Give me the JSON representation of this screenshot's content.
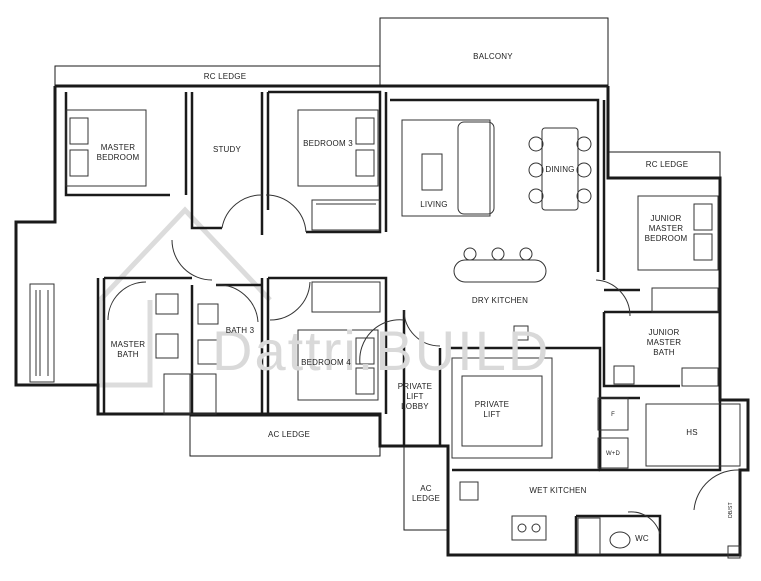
{
  "watermark": "Dattri.BUILD",
  "colors": {
    "wall": "#1a1a1a",
    "line": "#333333",
    "watermark": "#d9d9d9"
  },
  "rooms": {
    "rc_ledge_top": "RC LEDGE",
    "balcony": "BALCONY",
    "master_bedroom": "MASTER\nBEDROOM",
    "study": "STUDY",
    "bedroom3": "BEDROOM 3",
    "living": "LIVING",
    "dining": "DINING",
    "rc_ledge_right": "RC LEDGE",
    "junior_master_bedroom": "JUNIOR\nMASTER\nBEDROOM",
    "dry_kitchen": "DRY KITCHEN",
    "master_bath": "MASTER\nBATH",
    "bath3": "BATH 3",
    "bedroom4": "BEDROOM 4",
    "junior_master_bath": "JUNIOR\nMASTER\nBATH",
    "private_lift_lobby": "PRIVATE\nLIFT\nLOBBY",
    "private_lift": "PRIVATE\nLIFT",
    "hs": "HS",
    "ac_ledge_bottom": "AC LEDGE",
    "ac_ledge_side": "AC\nLEDGE",
    "wet_kitchen": "WET KITCHEN",
    "wc": "WC",
    "fridge": "F",
    "washer_dryer": "W+D",
    "db_st": "DB/ST"
  }
}
